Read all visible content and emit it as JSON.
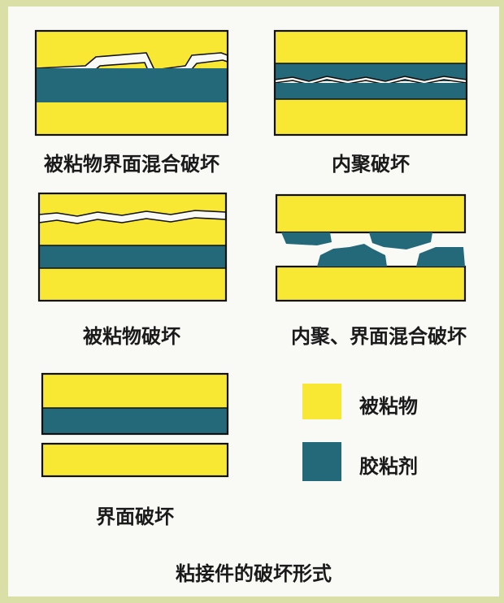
{
  "panels": {
    "adherend_interface_mixed": {
      "caption": "被粘物界面混合破坏"
    },
    "cohesive": {
      "caption": "内聚破坏"
    },
    "adherend": {
      "caption": "被粘物破坏"
    },
    "cohesive_interface_mixed": {
      "caption": "内聚、界面混合破坏"
    },
    "interface": {
      "caption": "界面破坏"
    }
  },
  "legend": {
    "adherend_label": "被粘物",
    "adhesive_label": "胶粘剂"
  },
  "footer_title": "粘接件的破坏形式",
  "colors": {
    "adherend": "#f8e833",
    "adhesive": "#23697a",
    "outline": "#111111",
    "paper": "#f9f9f6",
    "border": "#d9dfa6"
  }
}
